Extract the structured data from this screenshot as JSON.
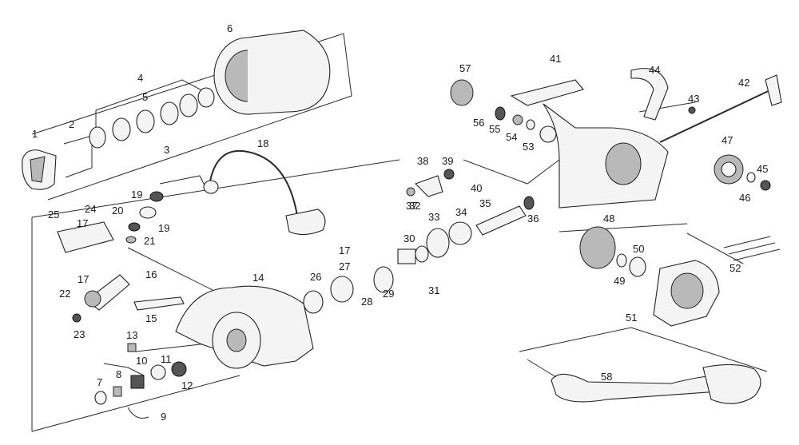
{
  "diagram": {
    "type": "exploded-parts-diagram",
    "part_numbers": [
      "1",
      "2",
      "3",
      "4",
      "5",
      "6",
      "7",
      "8",
      "9",
      "10",
      "11",
      "12",
      "13",
      "14",
      "15",
      "16",
      "17",
      "17",
      "17",
      "18",
      "19",
      "19",
      "20",
      "21",
      "22",
      "23",
      "24",
      "25",
      "26",
      "27",
      "28",
      "29",
      "30",
      "31",
      "32",
      "33",
      "34",
      "35",
      "36",
      "37",
      "38",
      "39",
      "40",
      "41",
      "42",
      "43",
      "44",
      "45",
      "46",
      "47",
      "48",
      "49",
      "50",
      "51",
      "52",
      "53",
      "54",
      "55",
      "56",
      "57",
      "58"
    ]
  }
}
